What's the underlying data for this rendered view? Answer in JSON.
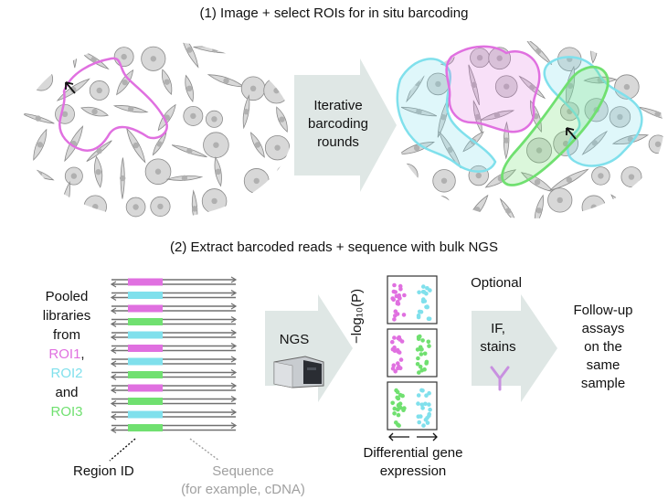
{
  "step1": {
    "title": "(1) Image + select ROIs for in situ barcoding",
    "arrow_label": [
      "Iterative",
      "barcoding",
      "rounds"
    ]
  },
  "step2": {
    "title": "(2) Extract barcoded reads + sequence with bulk NGS",
    "pooled_label": {
      "line1": "Pooled",
      "line2": "libraries",
      "line3": "from",
      "roi1": "ROI1",
      "comma1": ",",
      "roi2": "ROI2",
      "and": "and",
      "roi3": "ROI3"
    },
    "region_id": "Region ID",
    "sequence_label": "Sequence",
    "sequence_example": "(for example, cDNA)",
    "ngs_label": "NGS",
    "ylabel": "−log₁₀(P)",
    "diff_expr": [
      "Differential gene",
      "expression"
    ],
    "optional": "Optional",
    "if_stains": [
      "IF,",
      "stains"
    ],
    "followup": [
      "Follow-up",
      "assays",
      "on the",
      "same",
      "sample"
    ]
  },
  "colors": {
    "roi1": "#e070e0",
    "roi2": "#80e0ec",
    "roi3": "#70e070",
    "arrow_fill": "#dfe7e5",
    "cell_fill": "#d8d8d8",
    "cell_stroke": "#8a8a8a",
    "nucleus": "#b0b0b0",
    "read_line": "#707070",
    "sequence_gray": "#a0a0a0"
  }
}
